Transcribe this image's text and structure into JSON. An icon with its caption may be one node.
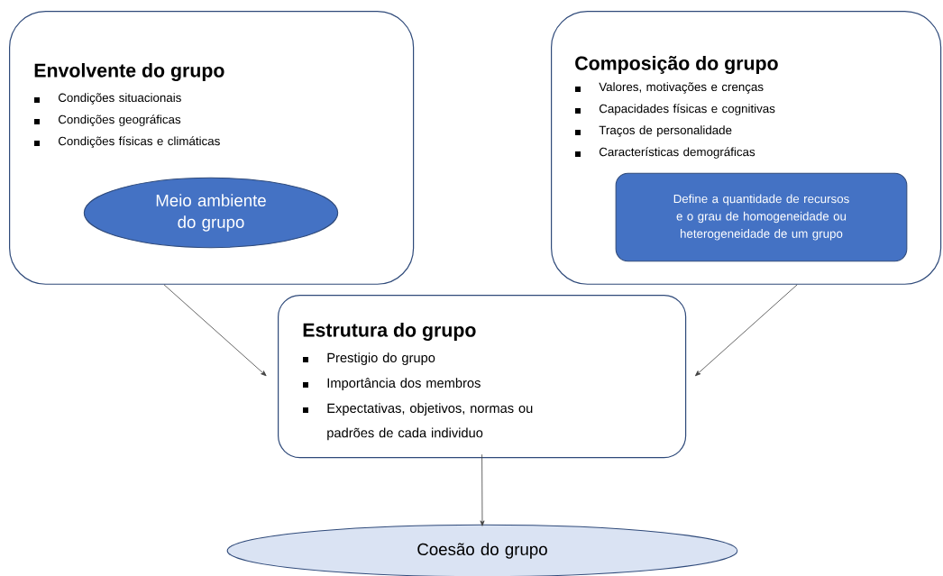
{
  "diagram": {
    "nodes": [
      {
        "text": [
          "Envolvente do grupo",
          "Condições situacionais",
          "Condições geográficas",
          "Condições físicas e climáticas"
        ]
      },
      {
        "text": [
          "Meio ambiente do grupo"
        ],
        "in": 0
      },
      {
        "text": [
          "Composição do grupo",
          "Valores, motivações e crenças",
          "Capacidades físicas e cognitivas",
          "Traços de personalidade",
          "Características demográficas"
        ]
      },
      {
        "text": [
          "Define a quantidade de recursos e o grau de homogeneidade ou heterogeneidade de um grupo"
        ],
        "in": 2
      },
      {
        "text": [
          "Estrutura do grupo",
          "Prestigio do grupo",
          "Importância dos membros",
          "Expectativas, objetivos, normas ou padrões de cada individuo"
        ]
      },
      {
        "text": [
          "Coesão do grupo"
        ]
      }
    ],
    "edges": [
      {
        "from": 0,
        "to": 4,
        "arrow": "to"
      },
      {
        "from": 2,
        "to": 4,
        "arrow": "to"
      },
      {
        "from": 4,
        "to": 5,
        "arrow": "to"
      }
    ]
  }
}
